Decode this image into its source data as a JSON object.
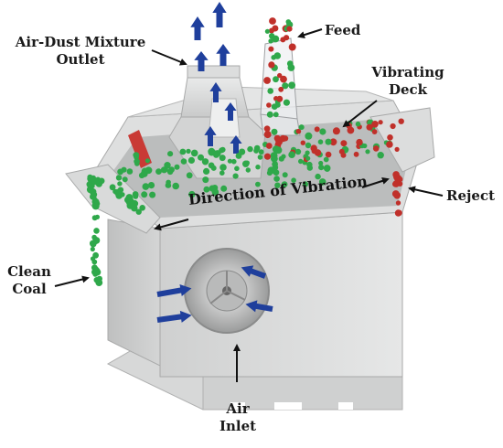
{
  "labels": {
    "air_dust_outlet": [
      "Air-Dust Mixture",
      "Outlet"
    ],
    "feed": "Feed",
    "vibrating_deck": [
      "Vibrating",
      "Deck"
    ],
    "reject": "Reject",
    "direction_of_vibration": "Direction of Vibration",
    "clean_coal": [
      "Clean",
      "Coal"
    ],
    "air_inlet": [
      "Air",
      "Inlet"
    ]
  },
  "colors": {
    "housing": "#d9dada",
    "particle_green": "#2fa84a",
    "particle_red": "#c0302a",
    "airflow_arrow": "#1f3f9c",
    "leader_arrow": "#111111"
  }
}
